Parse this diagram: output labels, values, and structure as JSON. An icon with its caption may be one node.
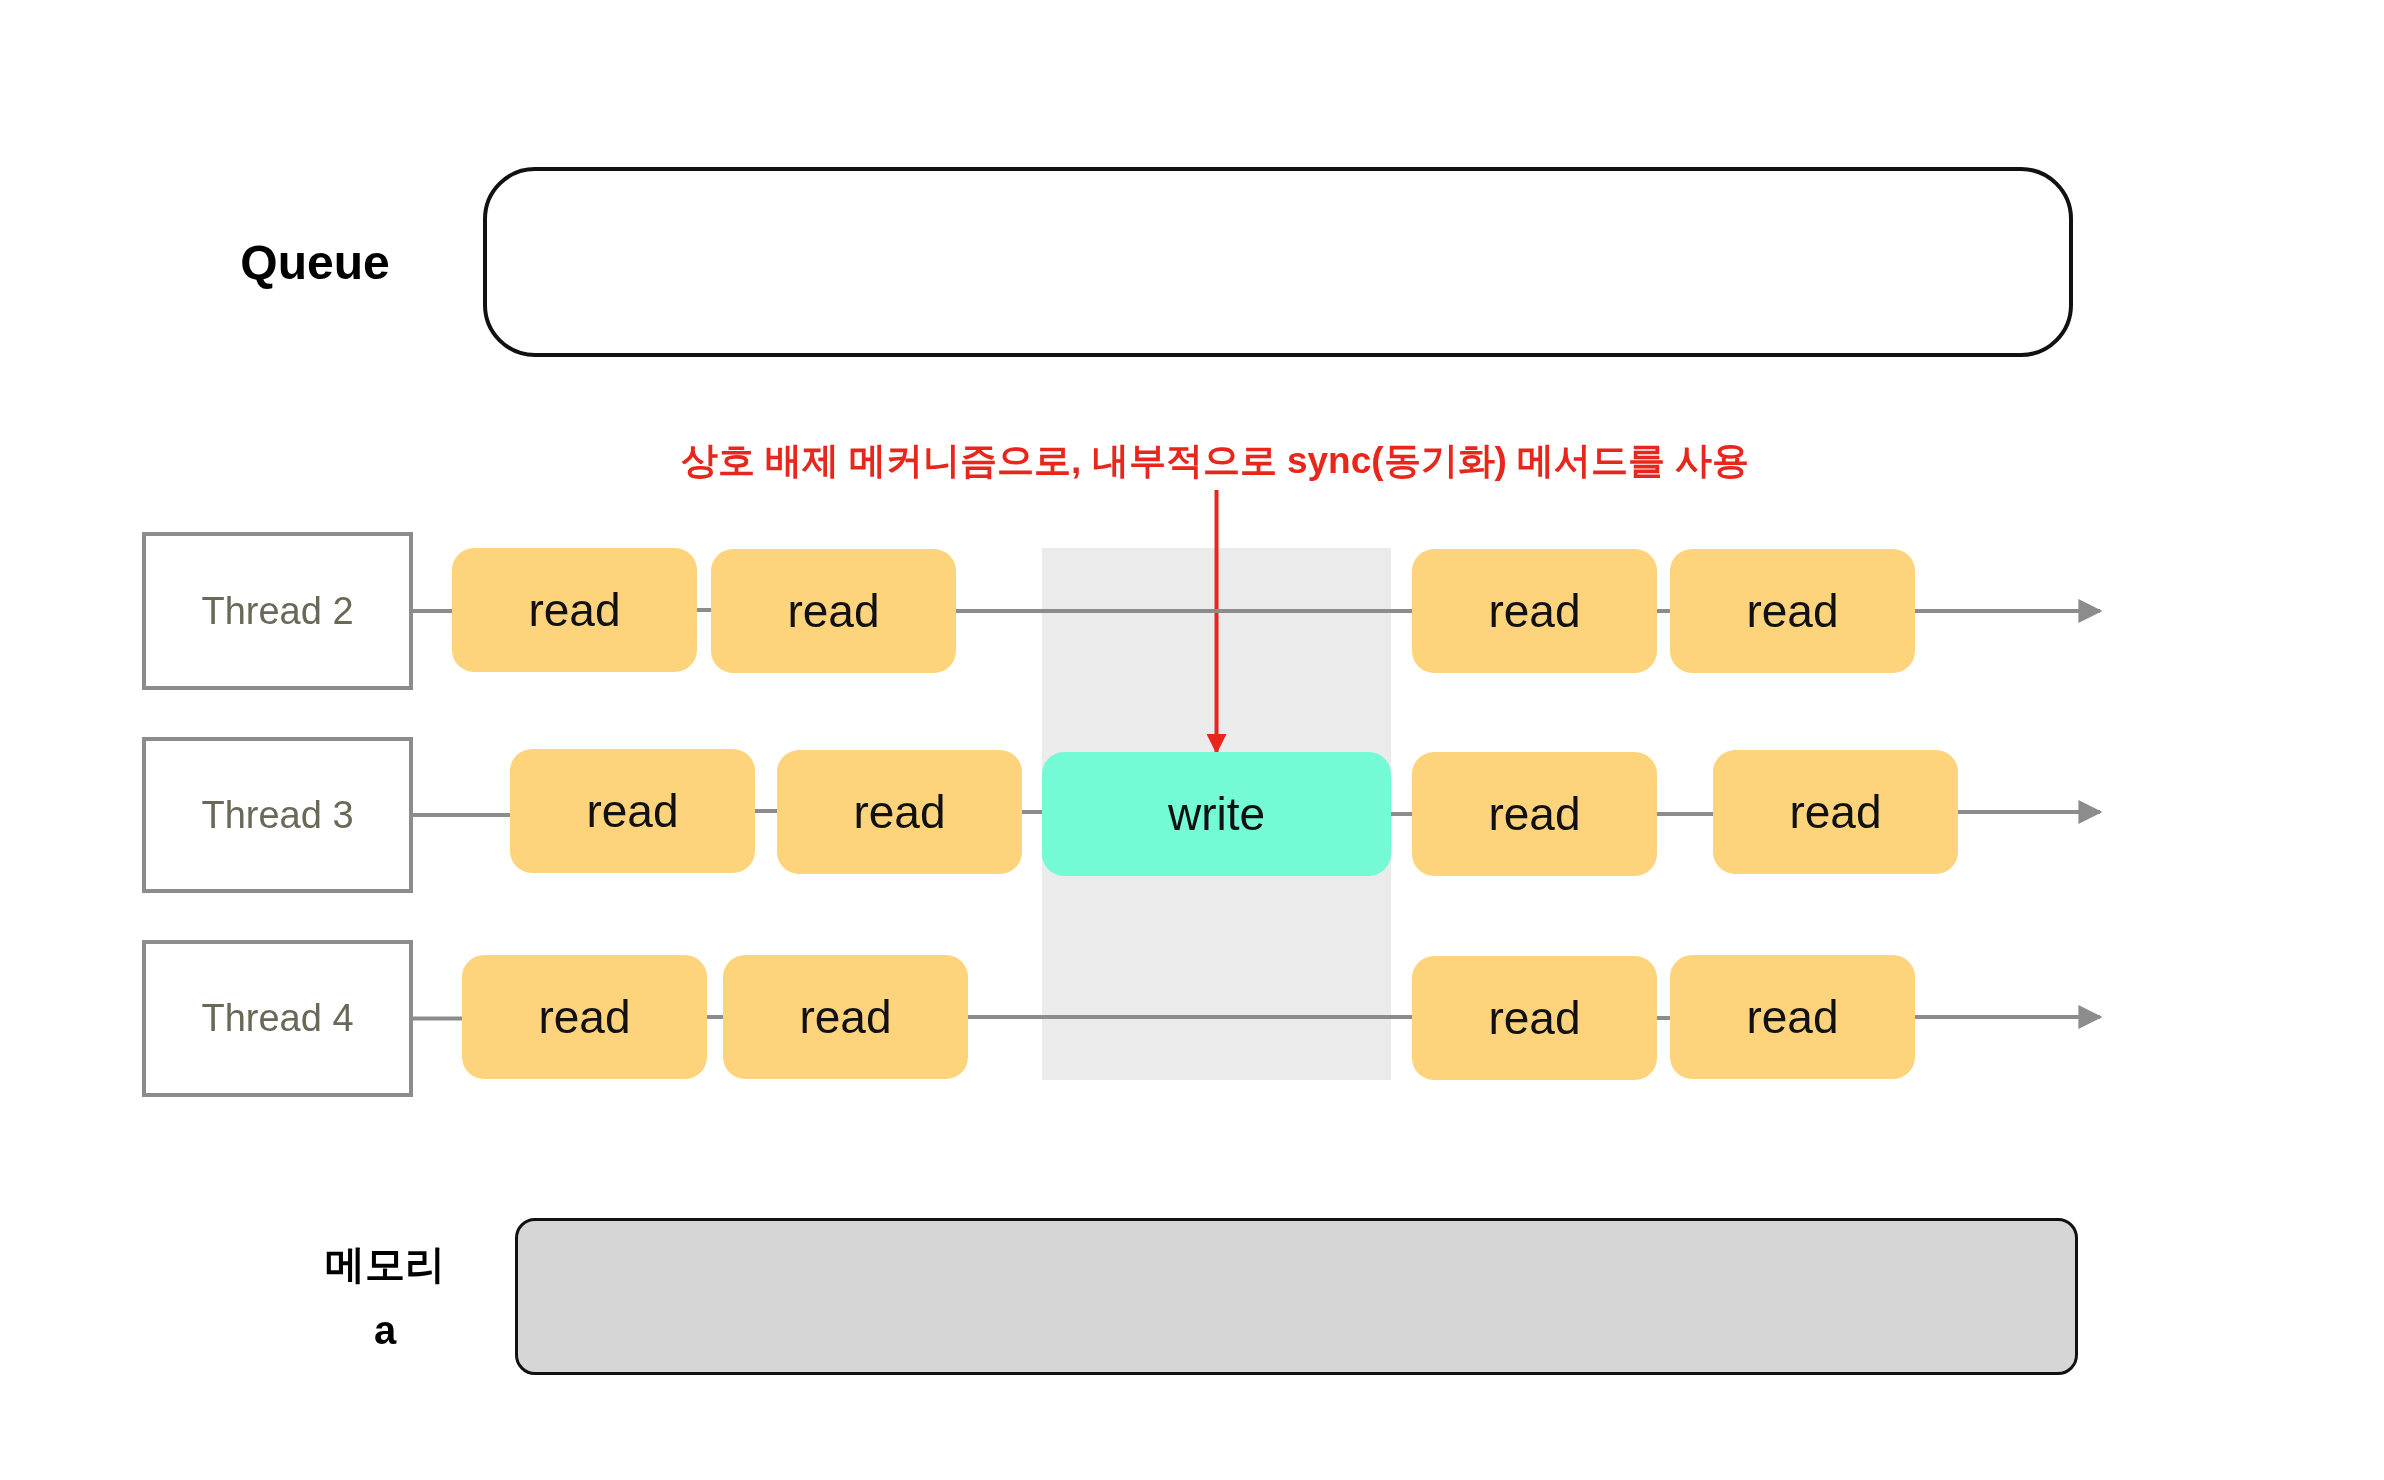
{
  "diagram": {
    "nodes": [
      {
        "text": [
          "Queue"
        ]
      },
      {
        "text": [
          "상호 배제 메커니즘으로, 내부적으로 sync(동기화) 메서드를 사용"
        ]
      },
      {
        "text": [
          "Thread 2"
        ]
      },
      {
        "text": [
          "read"
        ]
      },
      {
        "text": [
          "read"
        ]
      },
      {
        "text": [
          "read"
        ]
      },
      {
        "text": [
          "read"
        ]
      },
      {
        "text": [
          "Thread 3"
        ]
      },
      {
        "text": [
          "read"
        ]
      },
      {
        "text": [
          "read"
        ]
      },
      {
        "text": [
          "write"
        ]
      },
      {
        "text": [
          "read"
        ]
      },
      {
        "text": [
          "read"
        ]
      },
      {
        "text": [
          "Thread 4"
        ]
      },
      {
        "text": [
          "read"
        ]
      },
      {
        "text": [
          "read"
        ]
      },
      {
        "text": [
          "read"
        ]
      },
      {
        "text": [
          "read"
        ]
      },
      {
        "text": [
          "메모리 a"
        ]
      }
    ],
    "edges": [
      {
        "from": 1,
        "to": 10,
        "arrow": "to",
        "color": "#e8261c"
      },
      {
        "from": 2,
        "to": 3,
        "arrow": "none"
      },
      {
        "from": 3,
        "to": 4,
        "arrow": "none"
      },
      {
        "from": 4,
        "to": 5,
        "arrow": "none"
      },
      {
        "from": 5,
        "to": 6,
        "arrow": "none"
      },
      {
        "from": 6,
        "to": null,
        "arrow": "to"
      },
      {
        "from": 7,
        "to": 8,
        "arrow": "none"
      },
      {
        "from": 8,
        "to": 9,
        "arrow": "none"
      },
      {
        "from": 9,
        "to": 10,
        "arrow": "none"
      },
      {
        "from": 10,
        "to": 11,
        "arrow": "none"
      },
      {
        "from": 11,
        "to": 12,
        "arrow": "none"
      },
      {
        "from": 12,
        "to": null,
        "arrow": "to"
      },
      {
        "from": 13,
        "to": 14,
        "arrow": "none"
      },
      {
        "from": 14,
        "to": 15,
        "arrow": "none"
      },
      {
        "from": 15,
        "to": 16,
        "arrow": "none"
      },
      {
        "from": 16,
        "to": 17,
        "arrow": "none"
      },
      {
        "from": 17,
        "to": null,
        "arrow": "to"
      }
    ]
  }
}
